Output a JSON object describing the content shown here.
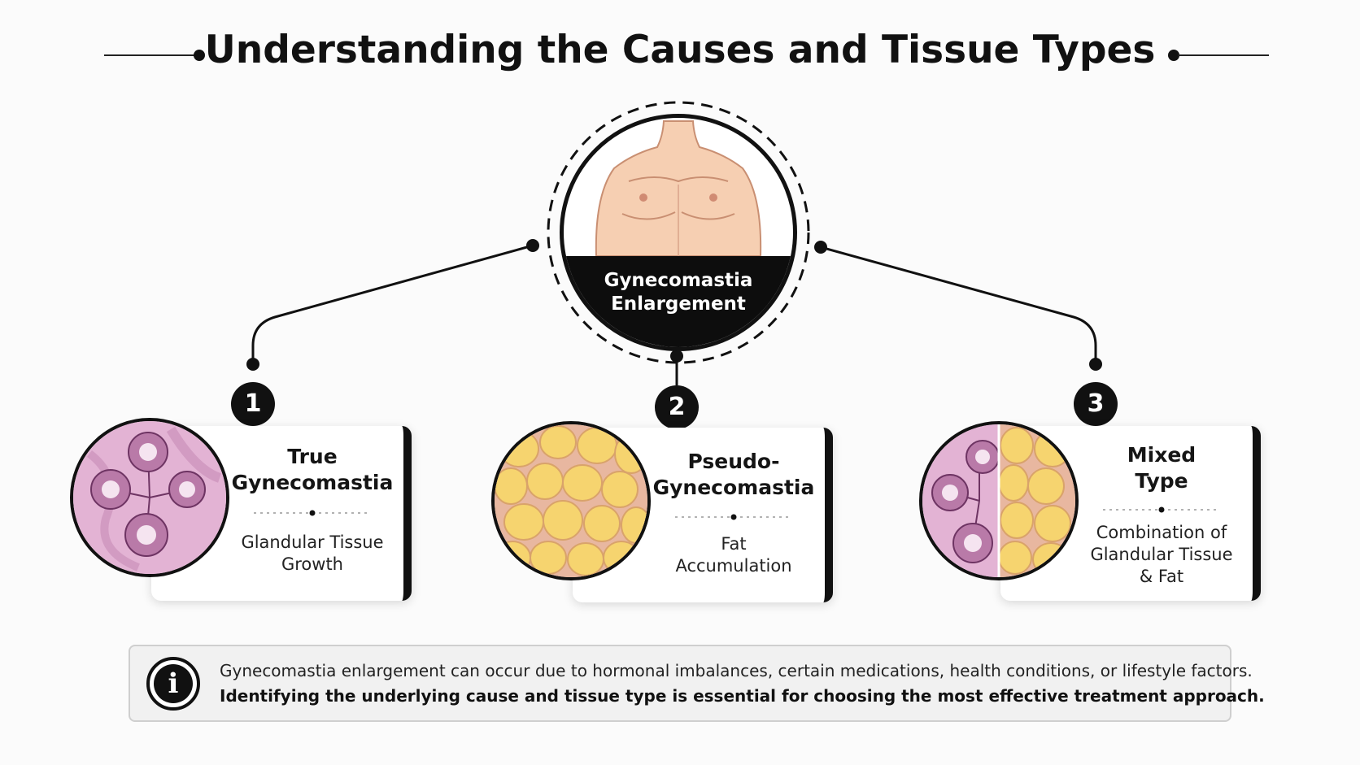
{
  "title": "Understanding the Causes and Tissue Types",
  "hub": {
    "label_line1": "Gynecomastia",
    "label_line2": "Enlargement",
    "illustration": "male-torso"
  },
  "types": [
    {
      "number": "1",
      "heading_line1": "True",
      "heading_line2": "Gynecomastia",
      "desc_line1": "Glandular Tissue",
      "desc_line2": "Growth",
      "image": "glandular-tissue"
    },
    {
      "number": "2",
      "heading_line1": "Pseudo-",
      "heading_line2": "Gynecomastia",
      "desc_line1": "Fat",
      "desc_line2": "Accumulation",
      "image": "fat-tissue"
    },
    {
      "number": "3",
      "heading_line1": "Mixed",
      "heading_line2": "Type",
      "desc_line1": "Combination of",
      "desc_line2": "Glandular Tissue",
      "desc_line3": "& Fat",
      "image": "mixed-tissue"
    }
  ],
  "info": {
    "icon": "info-icon",
    "line1": "Gynecomastia enlargement can occur due to hormonal imbalances, certain medications, health conditions, or lifestyle factors.",
    "line2": "Identifying the underlying cause and tissue type is essential for choosing the most effective treatment approach."
  },
  "colors": {
    "ink": "#111111",
    "skin": "#f6cfb2",
    "glandular": "#d9a0c8",
    "fat": "#f5d36b"
  }
}
